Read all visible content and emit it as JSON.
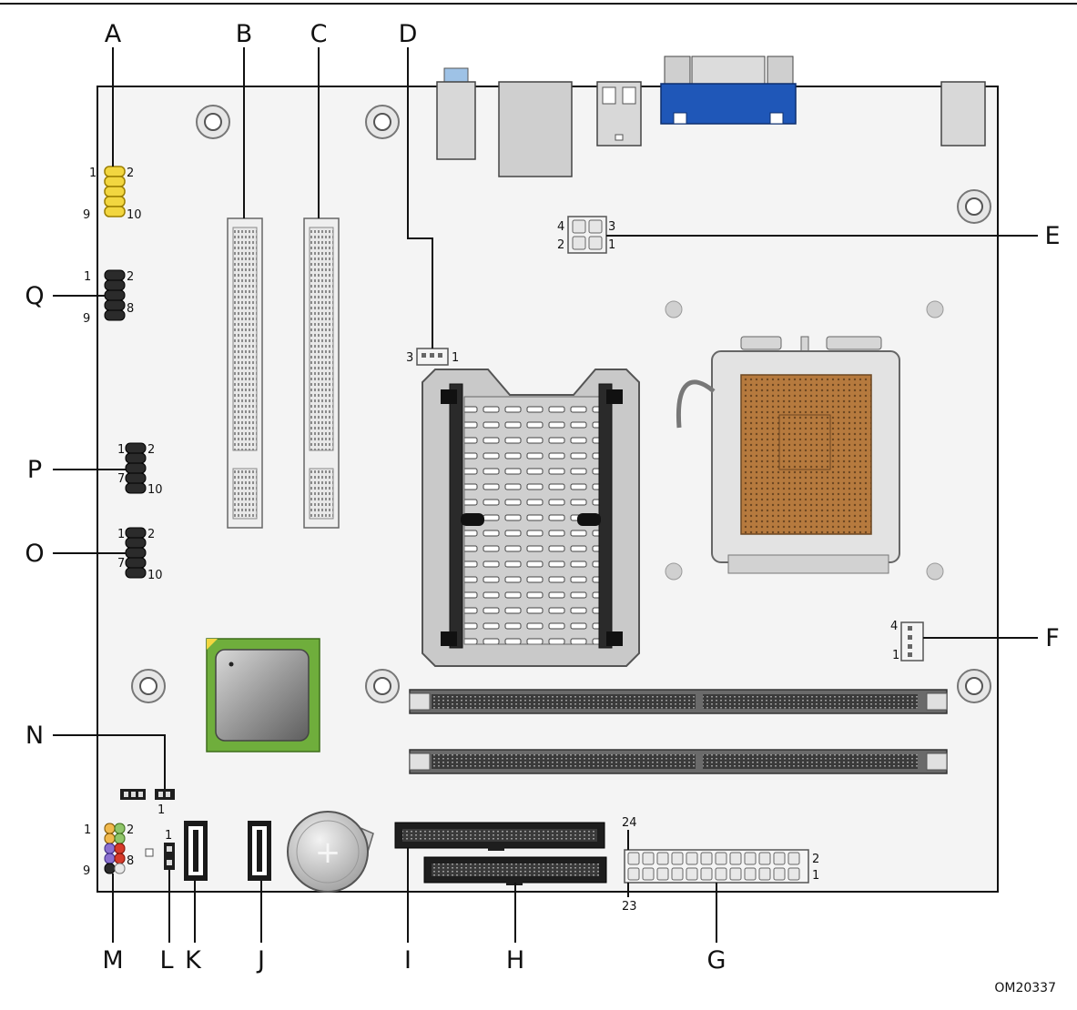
{
  "figure_id": "OM20337",
  "callouts": {
    "A": "A",
    "B": "B",
    "C": "C",
    "D": "D",
    "E": "E",
    "F": "F",
    "G": "G",
    "H": "H",
    "I": "I",
    "J": "J",
    "K": "K",
    "L": "L",
    "M": "M",
    "N": "N",
    "O": "O",
    "P": "P",
    "Q": "Q"
  },
  "pins": {
    "a1": "1",
    "a2": "2",
    "a9": "9",
    "a10": "10",
    "q1": "1",
    "q2": "2",
    "q9": "9",
    "q8": "8",
    "p1": "1",
    "p2": "2",
    "p7": "7",
    "p10": "10",
    "o1": "1",
    "o2": "2",
    "o7": "7",
    "o10": "10",
    "e4": "4",
    "e3": "3",
    "e2": "2",
    "e1": "1",
    "d3": "3",
    "d1": "1",
    "f4": "4",
    "f1": "1",
    "g24": "24",
    "g2": "2",
    "g1": "1",
    "g23": "23",
    "n1": "1",
    "l1": "1",
    "m1": "1",
    "m2": "2",
    "m9": "9",
    "m8": "8"
  },
  "colors": {
    "board": "#f4f4f4",
    "outline": "#111111",
    "blue_port": "#1f57b8",
    "cpu_socket": "#b67a3e",
    "chip": "#6fae3c",
    "yellow_header": "#f2d640"
  }
}
